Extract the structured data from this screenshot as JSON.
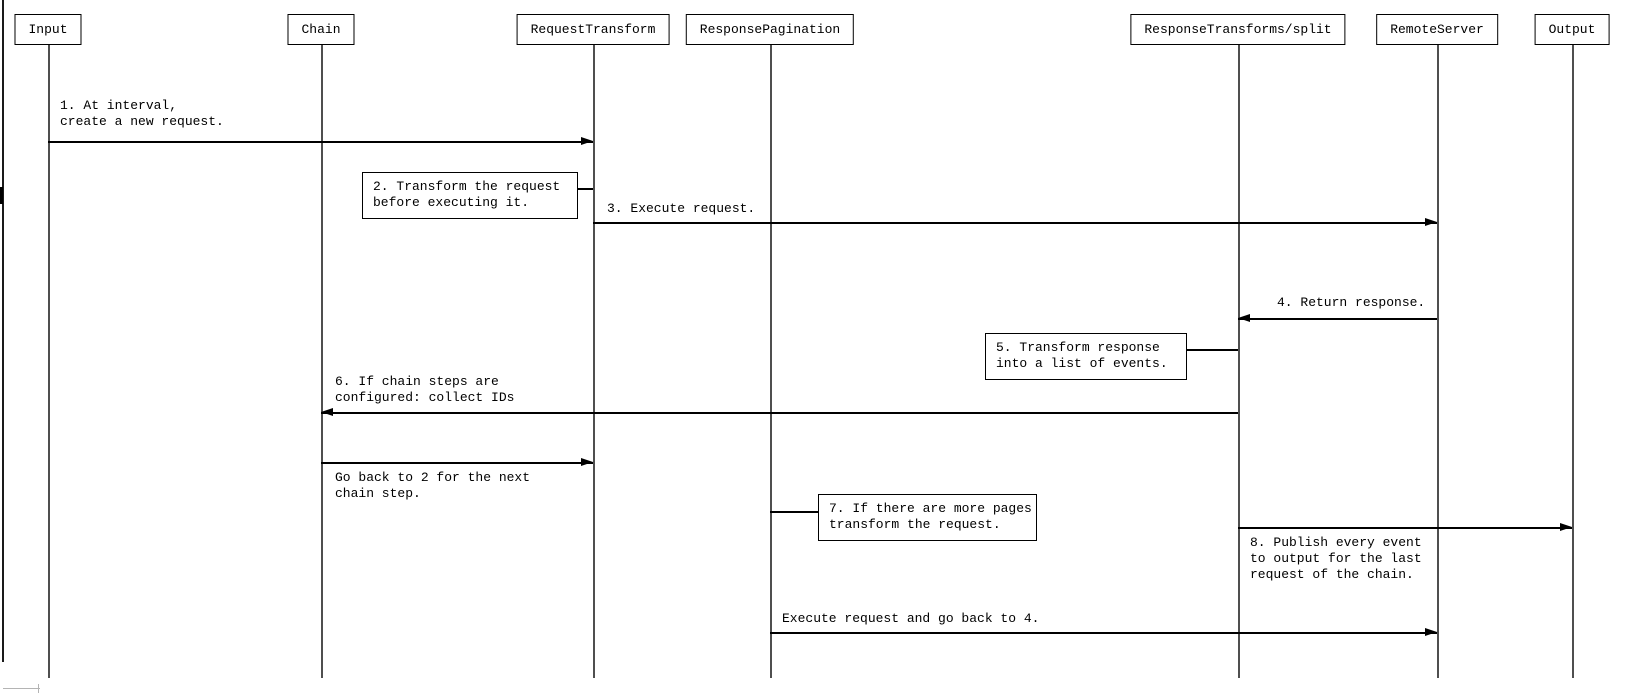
{
  "diagram": {
    "type": "sequence-diagram",
    "background_color": "#ffffff",
    "line_color": "#000000",
    "lifeline_color": "#4f4f4f",
    "participants": [
      {
        "name": "Input"
      },
      {
        "name": "Chain"
      },
      {
        "name": "RequestTransform"
      },
      {
        "name": "ResponsePagination"
      },
      {
        "name": "ResponseTransforms/split"
      },
      {
        "name": "RemoteServer"
      },
      {
        "name": "Output"
      }
    ],
    "messages": [
      {
        "from": "Input",
        "to": "RequestTransform",
        "direction": "right",
        "label_position": "above",
        "lines": [
          "1. At interval,",
          "create a new request."
        ]
      },
      {
        "from": "RequestTransform",
        "to": "RemoteServer",
        "direction": "right",
        "label_position": "above",
        "lines": [
          "3. Execute request."
        ]
      },
      {
        "from": "RemoteServer",
        "to": "ResponseTransforms/split",
        "direction": "left",
        "label_position": "above",
        "lines": [
          "4. Return response."
        ]
      },
      {
        "from": "ResponseTransforms/split",
        "to": "Chain",
        "direction": "left",
        "label_position": "above",
        "lines": [
          "6. If chain steps are",
          "configured: collect IDs"
        ]
      },
      {
        "from": "Chain",
        "to": "RequestTransform",
        "direction": "right",
        "label_position": "below",
        "lines": [
          "Go back to 2 for the next",
          "chain step."
        ]
      },
      {
        "from": "ResponseTransforms/split",
        "to": "Output",
        "direction": "right",
        "label_position": "below",
        "lines": [
          "8. Publish every event",
          "to output for the last",
          "request of the chain."
        ]
      },
      {
        "from": "ResponsePagination",
        "to": "RemoteServer",
        "direction": "right",
        "label_position": "above",
        "lines": [
          "Execute request and go back to 4."
        ]
      }
    ],
    "notes": [
      {
        "attached_to": "RequestTransform",
        "side": "left",
        "lines": [
          "2. Transform the request",
          "before executing it."
        ]
      },
      {
        "attached_to": "ResponseTransforms/split",
        "side": "left",
        "lines": [
          "5. Transform response",
          "into a list of events."
        ]
      },
      {
        "attached_to": "ResponsePagination",
        "side": "right",
        "lines": [
          "7. If there are more pages",
          "transform the request."
        ]
      }
    ]
  }
}
